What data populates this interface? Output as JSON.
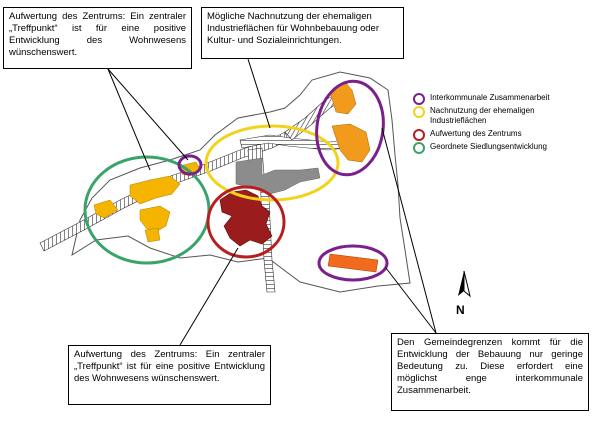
{
  "callouts": {
    "top_left": "Aufwertung des Zentrums: Ein zentraler „Treffpunkt“ ist für eine positive Entwicklung des Wohnwesens wünschenswert.",
    "top_center": "Mögliche Nachnutzung der ehemaligen Industrieflächen für Wohnbebauung oder Kultur- und Sozialeinrichtungen.",
    "bottom_left": "Aufwertung des Zentrums: Ein zentraler „Treffpunkt“ ist für eine positive Entwicklung des Wohnwesens wünschenswert.",
    "bottom_right": "Den Gemeindegrenzen kommt für die Entwicklung der Bebauung nur geringe Bedeutung zu. Diese erfordert eine möglichst enge interkommunale Zusammenarbeit."
  },
  "legend": [
    {
      "label": "Interkommunale Zusammenarbeit",
      "color": "#7b1f8c",
      "icon": "circle-purple-icon"
    },
    {
      "label": "Nachnutzung der ehemaligen Industrieflächen",
      "color": "#f2d21a",
      "icon": "circle-yellow-icon"
    },
    {
      "label": "Aufwertung des Zentrums",
      "color": "#b81e1e",
      "icon": "circle-red-icon"
    },
    {
      "label": "Geordnete Siedlungsentwicklung",
      "color": "#3aa36a",
      "icon": "circle-green-icon"
    }
  ],
  "north": {
    "label": "N",
    "icon": "north-arrow-icon"
  },
  "colors": {
    "settlement": "#f4b400",
    "settlement_orange": "#f29a1b",
    "settlement_red_orange": "#f26a1b",
    "center": "#9a1c1c",
    "industry": "#8c8c8c",
    "boundary": "#5a5a5a"
  }
}
